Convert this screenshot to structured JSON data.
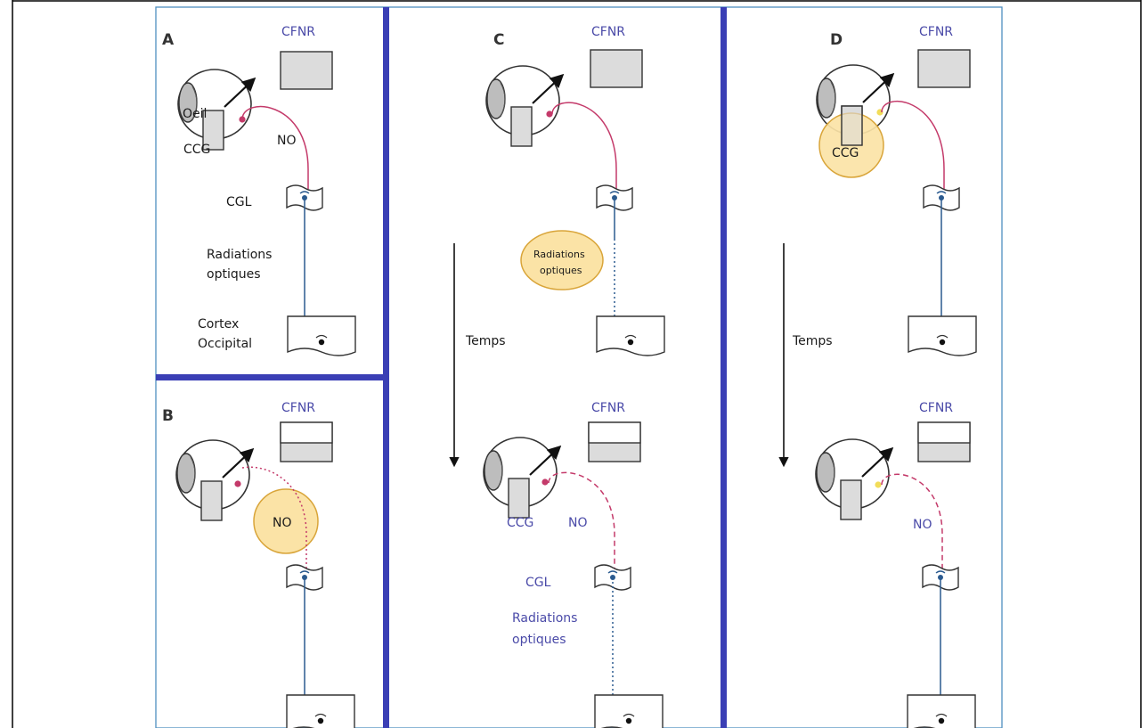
{
  "colors": {
    "panel_divider": "#3a3fb5",
    "frame": "#4f8fc0",
    "retinal_fiber": "#c43a6a",
    "post_geniculate_fiber": "#2a5a8f",
    "lesion_fill": "#fbe3a6",
    "lesion_stroke": "#d9a53a",
    "box_fill": "#dcdcdc"
  },
  "panels": {
    "a": {
      "letter": "A",
      "cfnr": "CFNR",
      "oeil": "Oeil",
      "ccg": "CCG",
      "no": "NO",
      "cgl": "CGL",
      "radiations_line1": "Radiations",
      "radiations_line2": "optiques",
      "cortex_line1": "Cortex",
      "cortex_line2": "Occipital"
    },
    "b": {
      "letter": "B",
      "cfnr": "CFNR",
      "lesion": "NO"
    },
    "c": {
      "letter": "C",
      "cfnr_top": "CFNR",
      "lesion_line1": "Radiations",
      "lesion_line2": "optiques",
      "time": "Temps",
      "cfnr_bottom": "CFNR",
      "ccg": "CCG",
      "no": "NO",
      "cgl": "CGL",
      "radiations_line1": "Radiations",
      "radiations_line2": "optiques"
    },
    "d": {
      "letter": "D",
      "cfnr_top": "CFNR",
      "lesion": "CCG",
      "time": "Temps",
      "cfnr_bottom": "CFNR",
      "no": "NO"
    }
  }
}
